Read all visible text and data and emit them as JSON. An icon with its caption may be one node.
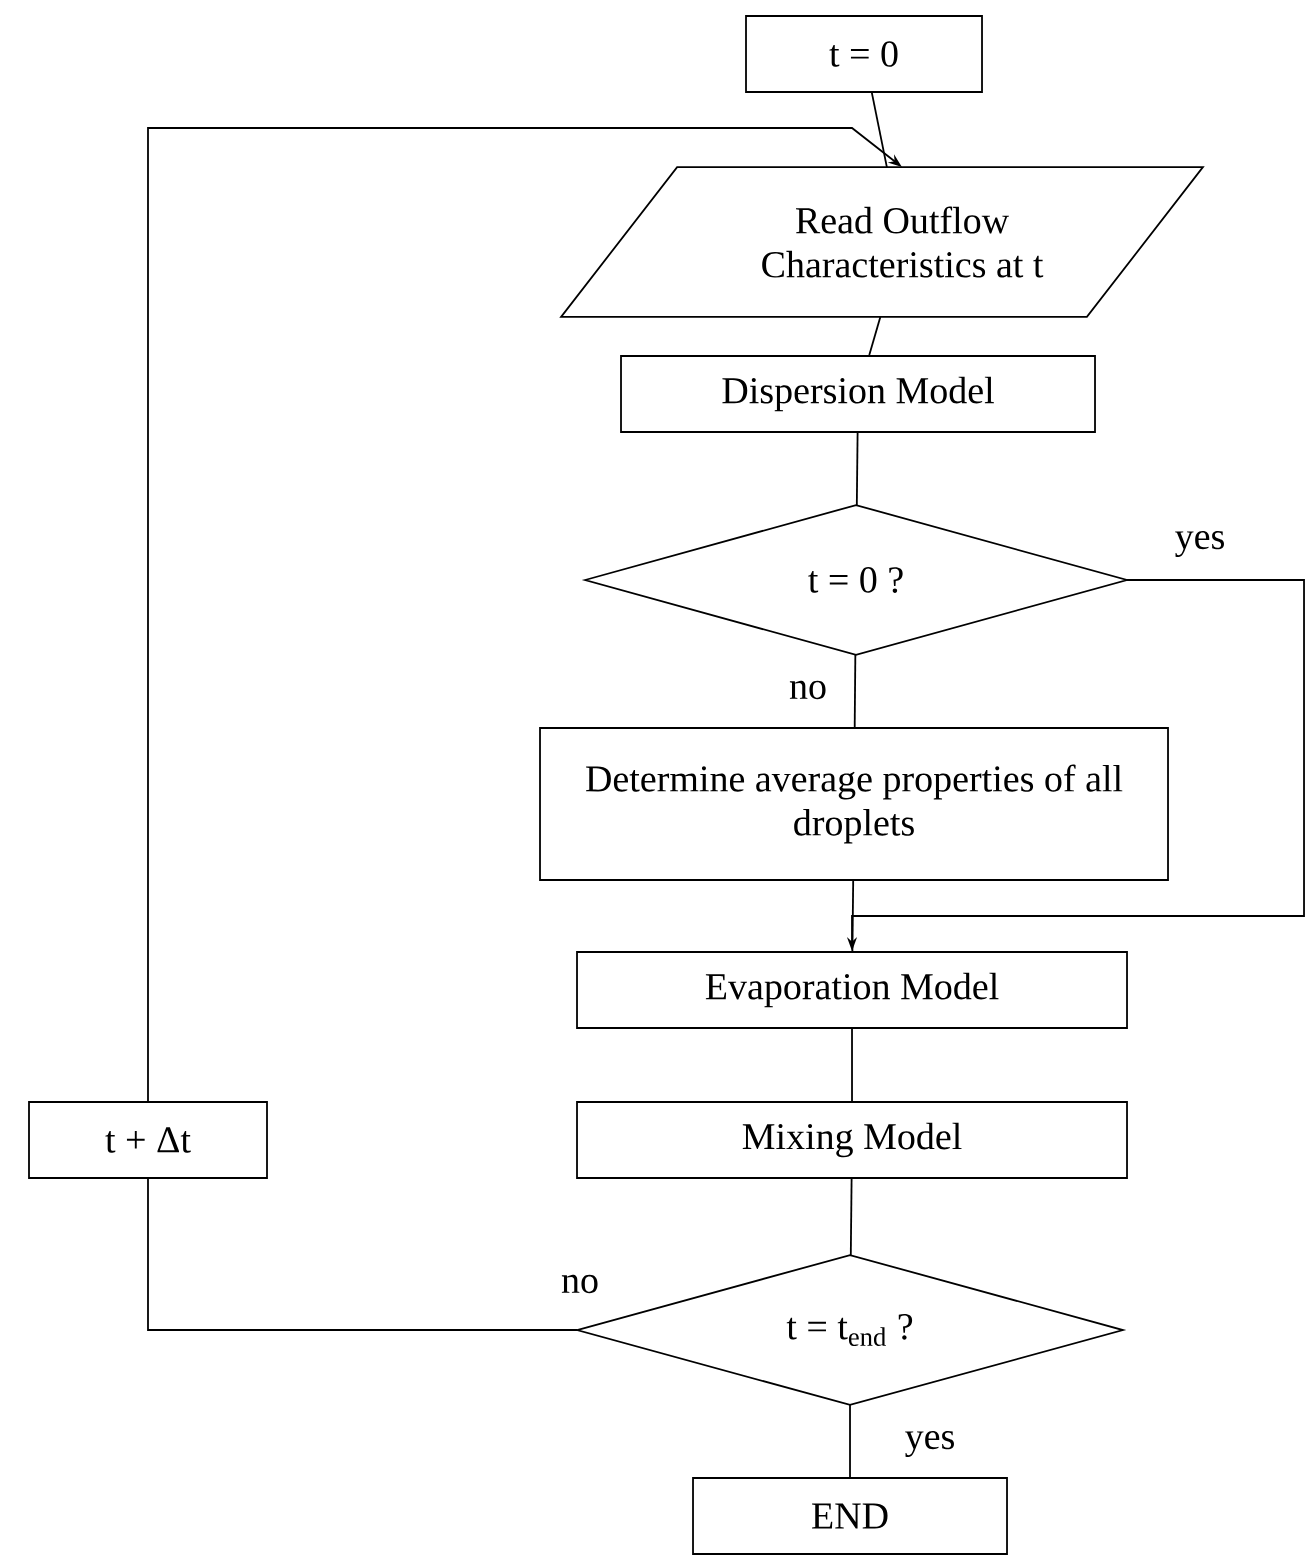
{
  "diagram": {
    "nodes": [
      {
        "text": [
          "t = 0"
        ]
      },
      {
        "text": [
          "Read Outflow Characteristics at t"
        ]
      },
      {
        "text": [
          "Dispersion Model"
        ]
      },
      {
        "text": [
          "t = 0 ?"
        ]
      },
      {
        "text": [
          "Determine average properties of all droplets"
        ]
      },
      {
        "text": [
          "Evaporation Model"
        ]
      },
      {
        "text": [
          "Mixing Model"
        ]
      },
      {
        "text": [
          "t + Δt"
        ]
      },
      {
        "text": [
          "t = t$_{end}$ ?"
        ]
      },
      {
        "text": [
          "END"
        ]
      }
    ],
    "edges": [
      {
        "from": 0,
        "to": 1,
        "arrow": "none"
      },
      {
        "from": 1,
        "to": 2,
        "arrow": "none"
      },
      {
        "from": 2,
        "to": 3,
        "arrow": "none"
      },
      {
        "from": 3,
        "to": 4,
        "arrow": "none",
        "label": "no"
      },
      {
        "from": 3,
        "to": 5,
        "arrow": "to",
        "label": "yes"
      },
      {
        "from": 4,
        "to": 5,
        "arrow": "none"
      },
      {
        "from": 5,
        "to": 6,
        "arrow": "none"
      },
      {
        "from": 6,
        "to": 8,
        "arrow": "none"
      },
      {
        "from": 8,
        "to": 7,
        "arrow": "none",
        "label": "no"
      },
      {
        "from": 7,
        "to": 1,
        "arrow": "to"
      },
      {
        "from": 8,
        "to": 9,
        "arrow": "none",
        "label": "yes"
      }
    ]
  }
}
